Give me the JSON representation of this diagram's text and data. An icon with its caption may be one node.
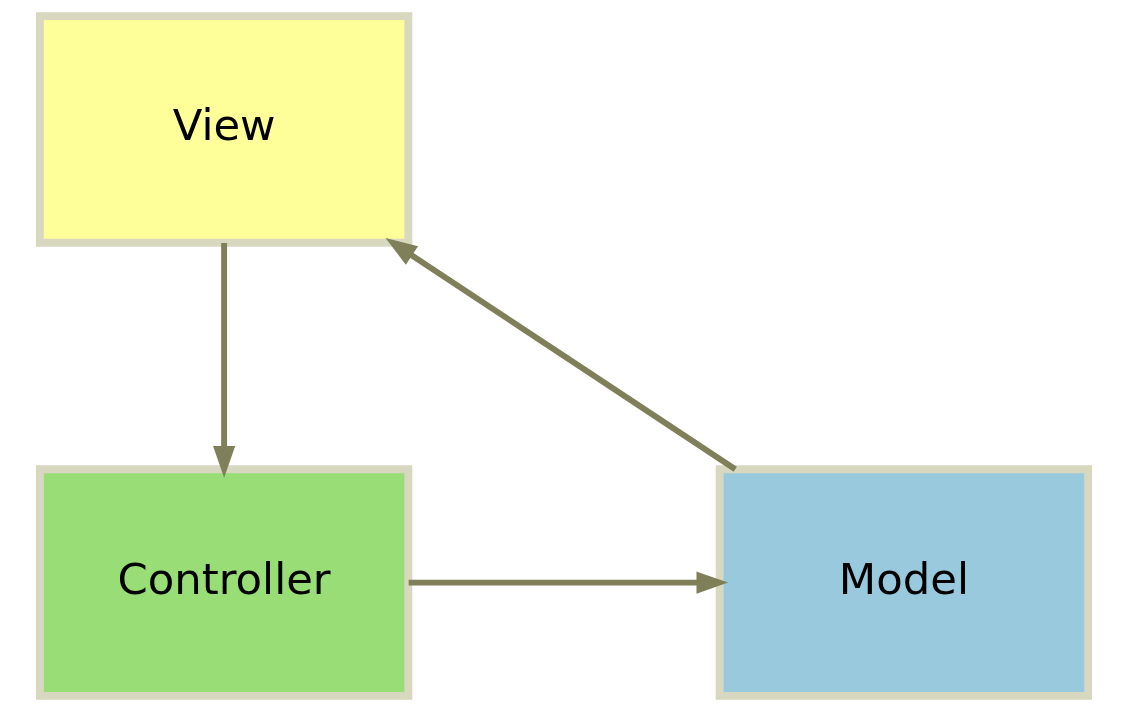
{
  "diagram": {
    "nodes": [
      {
        "text": [
          "View"
        ]
      },
      {
        "text": [
          "Controller"
        ]
      },
      {
        "text": [
          "Model"
        ]
      }
    ],
    "edges": [
      {
        "from": 0,
        "to": 1,
        "arrow": "to"
      },
      {
        "from": 1,
        "to": 2,
        "arrow": "to"
      },
      {
        "from": 2,
        "to": 0,
        "arrow": "to"
      }
    ]
  }
}
